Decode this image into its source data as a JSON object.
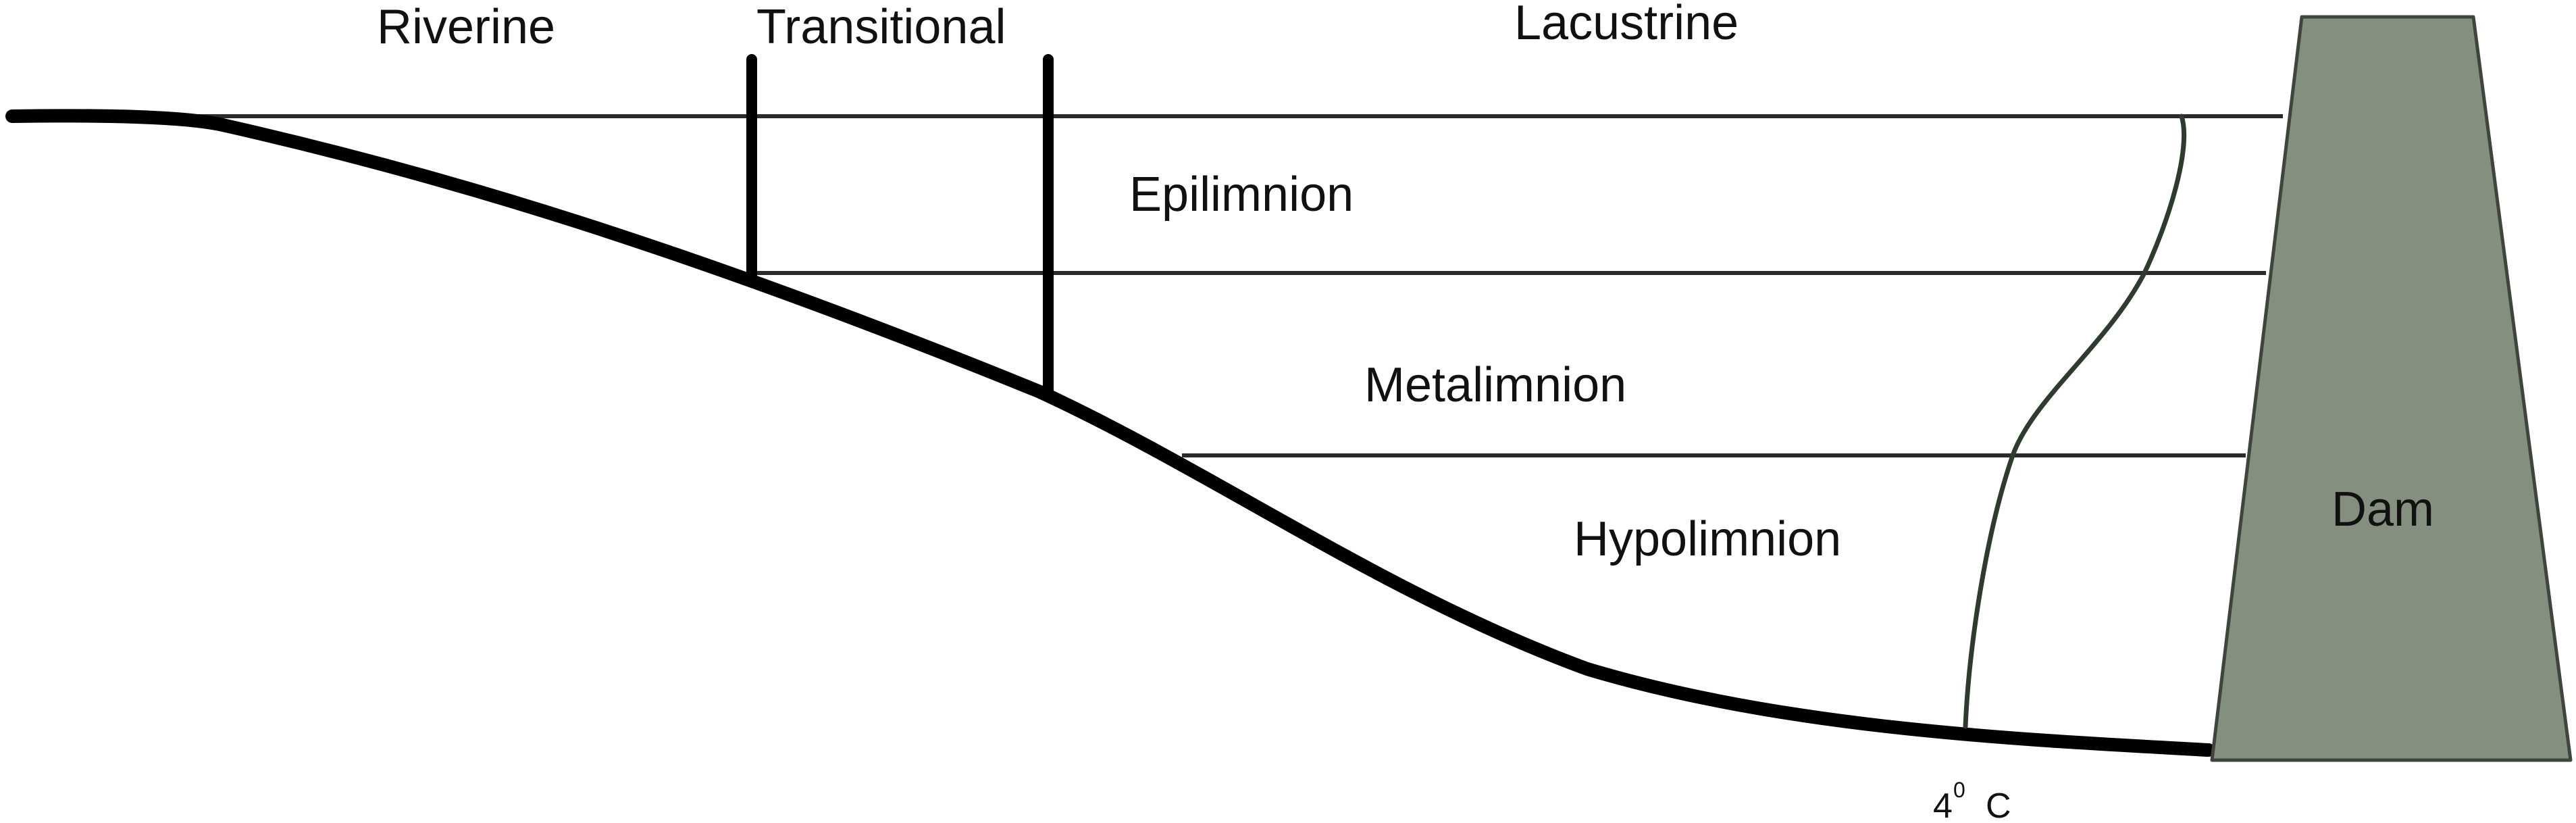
{
  "zones": {
    "riverine": "Riverine",
    "transitional": "Transitional",
    "lacustrine": "Lacustrine"
  },
  "layers": {
    "epilimnion": "Epilimnion",
    "metalimnion": "Metalimnion",
    "hypolimnion": "Hypolimnion"
  },
  "dam": {
    "label": "Dam",
    "color": "#858f80"
  },
  "temperature": {
    "value": "4",
    "degree": "0",
    "unit": "C"
  },
  "colors": {
    "bottom": "#000000",
    "layer_line": "#2a2a2a",
    "temperature_curve": "#2f3b2f"
  }
}
